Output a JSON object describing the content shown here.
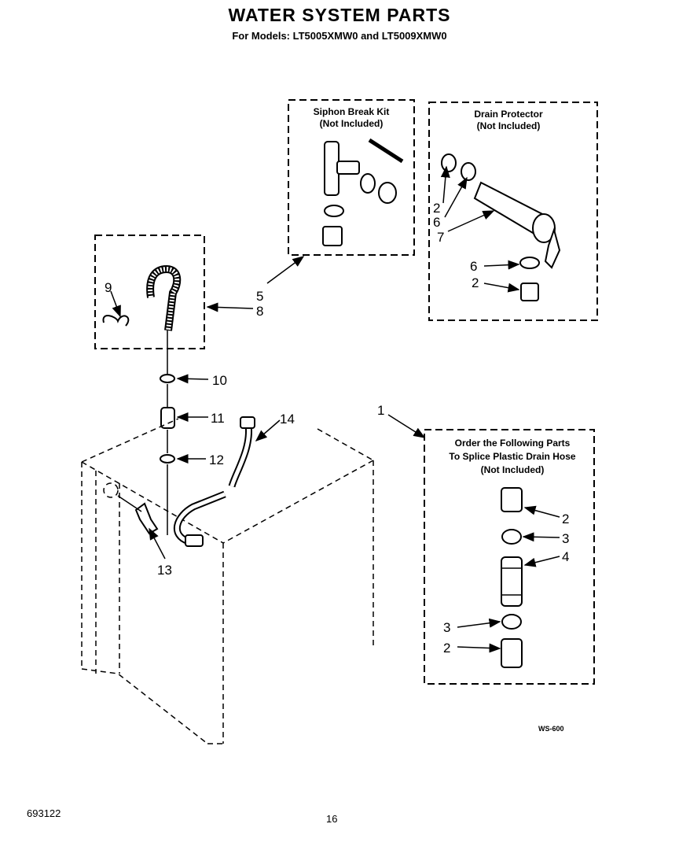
{
  "header": {
    "title": "WATER SYSTEM PARTS",
    "subtitle": "For Models: LT5005XMW0  and  LT5009XMW0"
  },
  "boxes": {
    "siphon": {
      "line1": "Siphon Break Kit",
      "line2": "(Not Included)"
    },
    "drain": {
      "line1": "Drain Protector",
      "line2": "(Not Included)"
    },
    "splice": {
      "line1": "Order the Following Parts",
      "line2": "To Splice Plastic Drain Hose",
      "line3": "(Not Included)"
    }
  },
  "callouts": {
    "c1": "1",
    "c2a": "2",
    "c6a": "6",
    "c7": "7",
    "c6b": "6",
    "c2b": "2",
    "c5": "5",
    "c8": "8",
    "c9": "9",
    "c10": "10",
    "c11": "11",
    "c12": "12",
    "c13": "13",
    "c14": "14",
    "s2a": "2",
    "s3a": "3",
    "s4": "4",
    "s3b": "3",
    "s2b": "2"
  },
  "footer": {
    "code": "WS-600",
    "doc_number": "693122",
    "page": "16"
  }
}
